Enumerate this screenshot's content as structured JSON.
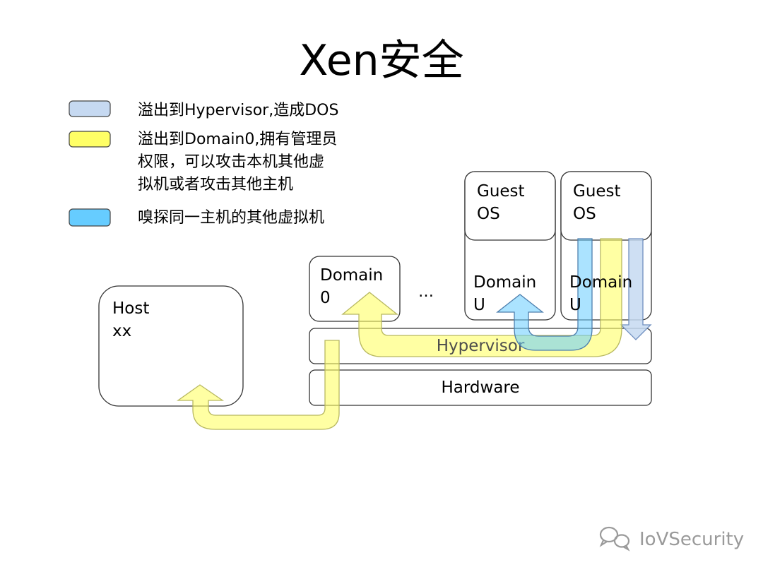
{
  "title": "Xen安全",
  "legend": [
    {
      "lines": [
        "溢出到Hypervisor,造成DOS"
      ],
      "color": "#c6d9f1"
    },
    {
      "lines": [
        "溢出到Domain0,拥有管理员",
        "权限，可以攻击本机其他虚",
        "拟机或者攻击其他主机"
      ],
      "color": "#ffff66"
    },
    {
      "lines": [
        "嗅探同一主机的其他虚拟机"
      ],
      "color": "#66ccff"
    }
  ],
  "boxes": {
    "host": [
      "Host",
      "xx"
    ],
    "domain0": [
      "Domain",
      "0"
    ],
    "ellipsis": "…",
    "guest1": [
      "Guest",
      "OS"
    ],
    "domainu1": [
      "Domain",
      "U"
    ],
    "guest2": [
      "Guest",
      "OS"
    ],
    "domainu2": [
      "Domain",
      "U"
    ],
    "hypervisor": "Hypervisor",
    "hardware": "Hardware"
  },
  "watermark": {
    "text": "IoVSecurity",
    "icon": "wechat-icon"
  }
}
